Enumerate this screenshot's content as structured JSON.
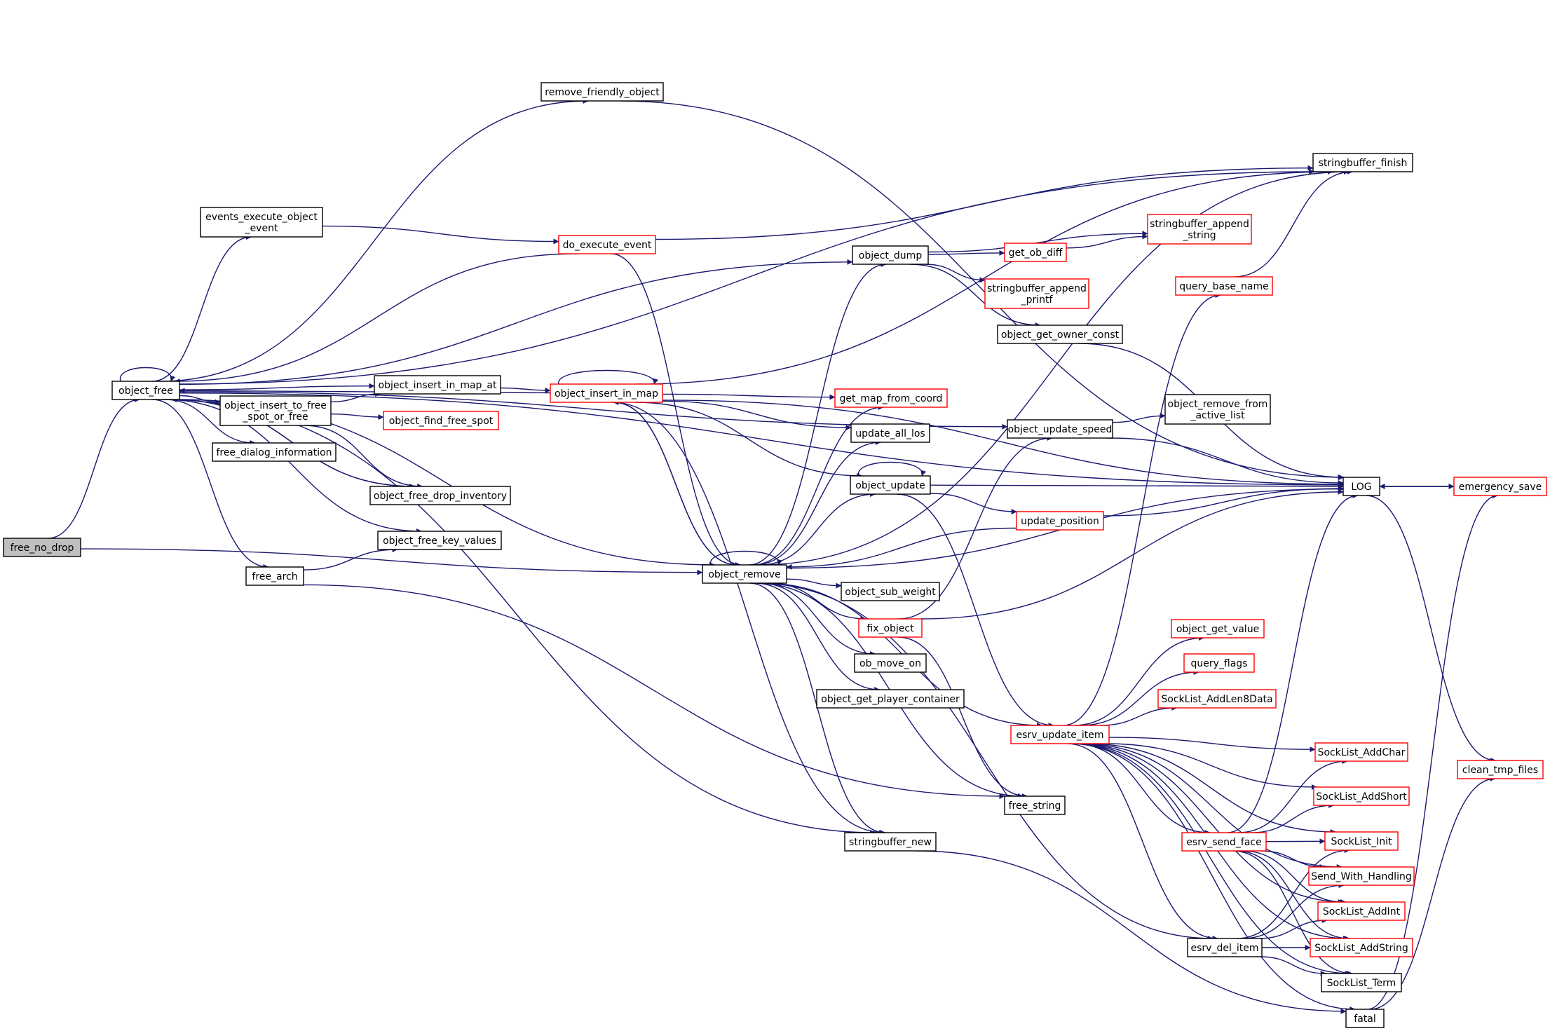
{
  "colors": {
    "edge": "#191970",
    "node_border_default": "#000000",
    "node_border_truncated": "#ff0000",
    "root_fill": "#bfbfbf",
    "node_fill": "#ffffff"
  },
  "nodes": [
    {
      "id": "free_no_drop",
      "lines": [
        "free_no_drop"
      ],
      "style": "root"
    },
    {
      "id": "object_free",
      "lines": [
        "object_free"
      ],
      "style": "default"
    },
    {
      "id": "events_execute_object_event",
      "lines": [
        "events_execute_object",
        "_event"
      ],
      "style": "default"
    },
    {
      "id": "object_insert_to_free_spot_or_free",
      "lines": [
        "object_insert_to_free",
        "_spot_or_free"
      ],
      "style": "default"
    },
    {
      "id": "free_dialog_information",
      "lines": [
        "free_dialog_information"
      ],
      "style": "default"
    },
    {
      "id": "free_arch",
      "lines": [
        "free_arch"
      ],
      "style": "default"
    },
    {
      "id": "remove_friendly_object",
      "lines": [
        "remove_friendly_object"
      ],
      "style": "default"
    },
    {
      "id": "do_execute_event",
      "lines": [
        "do_execute_event"
      ],
      "style": "truncated"
    },
    {
      "id": "object_insert_in_map_at",
      "lines": [
        "object_insert_in_map_at"
      ],
      "style": "default"
    },
    {
      "id": "object_insert_in_map",
      "lines": [
        "object_insert_in_map"
      ],
      "style": "truncated"
    },
    {
      "id": "object_find_free_spot",
      "lines": [
        "object_find_free_spot"
      ],
      "style": "truncated"
    },
    {
      "id": "object_free_drop_inventory",
      "lines": [
        "object_free_drop_inventory"
      ],
      "style": "default"
    },
    {
      "id": "object_free_key_values",
      "lines": [
        "object_free_key_values"
      ],
      "style": "default"
    },
    {
      "id": "object_remove",
      "lines": [
        "object_remove"
      ],
      "style": "default"
    },
    {
      "id": "object_dump",
      "lines": [
        "object_dump"
      ],
      "style": "default"
    },
    {
      "id": "get_map_from_coord",
      "lines": [
        "get_map_from_coord"
      ],
      "style": "truncated"
    },
    {
      "id": "update_all_los",
      "lines": [
        "update_all_los"
      ],
      "style": "default"
    },
    {
      "id": "object_update",
      "lines": [
        "object_update"
      ],
      "style": "default"
    },
    {
      "id": "object_sub_weight",
      "lines": [
        "object_sub_weight"
      ],
      "style": "default"
    },
    {
      "id": "fix_object",
      "lines": [
        "fix_object"
      ],
      "style": "truncated"
    },
    {
      "id": "ob_move_on",
      "lines": [
        "ob_move_on"
      ],
      "style": "default"
    },
    {
      "id": "object_get_player_container",
      "lines": [
        "object_get_player_container"
      ],
      "style": "default"
    },
    {
      "id": "stringbuffer_new",
      "lines": [
        "stringbuffer_new"
      ],
      "style": "default"
    },
    {
      "id": "free_string",
      "lines": [
        "free_string"
      ],
      "style": "default"
    },
    {
      "id": "get_ob_diff",
      "lines": [
        "get_ob_diff"
      ],
      "style": "truncated"
    },
    {
      "id": "stringbuffer_append_string",
      "lines": [
        "stringbuffer_append",
        "_string"
      ],
      "style": "truncated"
    },
    {
      "id": "stringbuffer_append_printf",
      "lines": [
        "stringbuffer_append",
        "_printf"
      ],
      "style": "truncated"
    },
    {
      "id": "object_get_owner_const",
      "lines": [
        "object_get_owner_const"
      ],
      "style": "default"
    },
    {
      "id": "object_update_speed",
      "lines": [
        "object_update_speed"
      ],
      "style": "default"
    },
    {
      "id": "object_remove_from_active_list",
      "lines": [
        "object_remove_from",
        "_active_list"
      ],
      "style": "default"
    },
    {
      "id": "update_position",
      "lines": [
        "update_position"
      ],
      "style": "truncated"
    },
    {
      "id": "esrv_update_item",
      "lines": [
        "esrv_update_item"
      ],
      "style": "truncated"
    },
    {
      "id": "stringbuffer_finish",
      "lines": [
        "stringbuffer_finish"
      ],
      "style": "default"
    },
    {
      "id": "query_base_name",
      "lines": [
        "query_base_name"
      ],
      "style": "truncated"
    },
    {
      "id": "object_get_value",
      "lines": [
        "object_get_value"
      ],
      "style": "truncated"
    },
    {
      "id": "query_flags",
      "lines": [
        "query_flags"
      ],
      "style": "truncated"
    },
    {
      "id": "SockList_AddLen8Data",
      "lines": [
        "SockList_AddLen8Data"
      ],
      "style": "truncated"
    },
    {
      "id": "esrv_send_face",
      "lines": [
        "esrv_send_face"
      ],
      "style": "truncated"
    },
    {
      "id": "esrv_del_item",
      "lines": [
        "esrv_del_item"
      ],
      "style": "default"
    },
    {
      "id": "LOG",
      "lines": [
        "LOG"
      ],
      "style": "default"
    },
    {
      "id": "SockList_AddChar",
      "lines": [
        "SockList_AddChar"
      ],
      "style": "truncated"
    },
    {
      "id": "SockList_AddShort",
      "lines": [
        "SockList_AddShort"
      ],
      "style": "truncated"
    },
    {
      "id": "SockList_Init",
      "lines": [
        "SockList_Init"
      ],
      "style": "truncated"
    },
    {
      "id": "Send_With_Handling",
      "lines": [
        "Send_With_Handling"
      ],
      "style": "truncated"
    },
    {
      "id": "SockList_AddInt",
      "lines": [
        "SockList_AddInt"
      ],
      "style": "truncated"
    },
    {
      "id": "SockList_AddString",
      "lines": [
        "SockList_AddString"
      ],
      "style": "truncated"
    },
    {
      "id": "SockList_Term",
      "lines": [
        "SockList_Term"
      ],
      "style": "default"
    },
    {
      "id": "fatal",
      "lines": [
        "fatal"
      ],
      "style": "default"
    },
    {
      "id": "emergency_save",
      "lines": [
        "emergency_save"
      ],
      "style": "truncated"
    },
    {
      "id": "clean_tmp_files",
      "lines": [
        "clean_tmp_files"
      ],
      "style": "truncated"
    }
  ],
  "edges": [
    {
      "from": "free_no_drop",
      "to": "object_free"
    },
    {
      "from": "free_no_drop",
      "to": "object_remove"
    },
    {
      "from": "object_free",
      "to": "object_free"
    },
    {
      "from": "object_free",
      "to": "events_execute_object_event"
    },
    {
      "from": "object_free",
      "to": "object_insert_to_free_spot_or_free"
    },
    {
      "from": "object_free",
      "to": "object_insert_in_map_at"
    },
    {
      "from": "object_free",
      "to": "free_dialog_information"
    },
    {
      "from": "object_free",
      "to": "object_free_drop_inventory"
    },
    {
      "from": "object_free",
      "to": "object_free_key_values"
    },
    {
      "from": "object_free",
      "to": "free_arch"
    },
    {
      "from": "object_free",
      "to": "object_remove"
    },
    {
      "from": "object_free",
      "to": "stringbuffer_new"
    },
    {
      "from": "object_free",
      "to": "remove_friendly_object"
    },
    {
      "from": "object_free",
      "to": "object_dump"
    },
    {
      "from": "object_free",
      "to": "object_update_speed"
    },
    {
      "from": "object_free",
      "to": "stringbuffer_finish"
    },
    {
      "from": "object_free",
      "to": "LOG"
    },
    {
      "from": "events_execute_object_event",
      "to": "do_execute_event"
    },
    {
      "from": "do_execute_event",
      "to": "object_free"
    },
    {
      "from": "do_execute_event",
      "to": "object_remove"
    },
    {
      "from": "do_execute_event",
      "to": "stringbuffer_finish"
    },
    {
      "from": "object_insert_to_free_spot_or_free",
      "to": "object_insert_in_map_at"
    },
    {
      "from": "object_insert_to_free_spot_or_free",
      "to": "object_find_free_spot"
    },
    {
      "from": "object_insert_to_free_spot_or_free",
      "to": "object_free_drop_inventory"
    },
    {
      "from": "object_free_drop_inventory",
      "to": "object_free"
    },
    {
      "from": "free_arch",
      "to": "object_free_key_values"
    },
    {
      "from": "free_arch",
      "to": "free_string"
    },
    {
      "from": "remove_friendly_object",
      "to": "LOG"
    },
    {
      "from": "object_insert_in_map_at",
      "to": "object_insert_in_map"
    },
    {
      "from": "object_insert_in_map",
      "to": "object_insert_in_map"
    },
    {
      "from": "object_insert_in_map",
      "to": "object_free"
    },
    {
      "from": "object_insert_in_map",
      "to": "get_map_from_coord"
    },
    {
      "from": "object_insert_in_map",
      "to": "update_all_los"
    },
    {
      "from": "object_insert_in_map",
      "to": "object_update"
    },
    {
      "from": "object_insert_in_map",
      "to": "object_remove"
    },
    {
      "from": "object_insert_in_map",
      "to": "stringbuffer_new"
    },
    {
      "from": "object_insert_in_map",
      "to": "stringbuffer_finish"
    },
    {
      "from": "object_insert_in_map",
      "to": "LOG"
    },
    {
      "from": "object_remove",
      "to": "object_remove"
    },
    {
      "from": "object_remove",
      "to": "object_dump"
    },
    {
      "from": "object_remove",
      "to": "object_insert_in_map"
    },
    {
      "from": "object_remove",
      "to": "get_map_from_coord"
    },
    {
      "from": "object_remove",
      "to": "update_all_los"
    },
    {
      "from": "object_remove",
      "to": "object_update"
    },
    {
      "from": "object_remove",
      "to": "object_sub_weight"
    },
    {
      "from": "object_remove",
      "to": "fix_object"
    },
    {
      "from": "object_remove",
      "to": "ob_move_on"
    },
    {
      "from": "object_remove",
      "to": "object_get_player_container"
    },
    {
      "from": "object_remove",
      "to": "esrv_update_item"
    },
    {
      "from": "object_remove",
      "to": "stringbuffer_new"
    },
    {
      "from": "object_remove",
      "to": "free_string"
    },
    {
      "from": "object_remove",
      "to": "esrv_del_item"
    },
    {
      "from": "object_remove",
      "to": "stringbuffer_finish"
    },
    {
      "from": "object_remove",
      "to": "LOG"
    },
    {
      "from": "object_dump",
      "to": "get_ob_diff"
    },
    {
      "from": "object_dump",
      "to": "stringbuffer_append_string"
    },
    {
      "from": "object_dump",
      "to": "stringbuffer_append_printf"
    },
    {
      "from": "object_dump",
      "to": "object_get_owner_const"
    },
    {
      "from": "get_ob_diff",
      "to": "stringbuffer_append_string"
    },
    {
      "from": "object_get_owner_const",
      "to": "LOG"
    },
    {
      "from": "object_update",
      "to": "object_update"
    },
    {
      "from": "object_update",
      "to": "LOG"
    },
    {
      "from": "object_update",
      "to": "update_position"
    },
    {
      "from": "object_update",
      "to": "esrv_update_item"
    },
    {
      "from": "update_position",
      "to": "object_remove"
    },
    {
      "from": "update_position",
      "to": "LOG"
    },
    {
      "from": "fix_object",
      "to": "object_update_speed"
    },
    {
      "from": "fix_object",
      "to": "LOG"
    },
    {
      "from": "fix_object",
      "to": "free_string"
    },
    {
      "from": "object_update_speed",
      "to": "object_remove_from_active_list"
    },
    {
      "from": "object_update_speed",
      "to": "LOG"
    },
    {
      "from": "stringbuffer_new",
      "to": "fatal"
    },
    {
      "from": "esrv_update_item",
      "to": "query_base_name"
    },
    {
      "from": "esrv_update_item",
      "to": "object_get_value"
    },
    {
      "from": "esrv_update_item",
      "to": "query_flags"
    },
    {
      "from": "esrv_update_item",
      "to": "SockList_AddLen8Data"
    },
    {
      "from": "esrv_update_item",
      "to": "SockList_AddChar"
    },
    {
      "from": "esrv_update_item",
      "to": "SockList_AddShort"
    },
    {
      "from": "esrv_update_item",
      "to": "SockList_Init"
    },
    {
      "from": "esrv_update_item",
      "to": "esrv_send_face"
    },
    {
      "from": "esrv_update_item",
      "to": "Send_With_Handling"
    },
    {
      "from": "esrv_update_item",
      "to": "SockList_AddInt"
    },
    {
      "from": "esrv_update_item",
      "to": "SockList_AddString"
    },
    {
      "from": "esrv_update_item",
      "to": "SockList_Term"
    },
    {
      "from": "esrv_update_item",
      "to": "esrv_del_item"
    },
    {
      "from": "esrv_update_item",
      "to": "fatal"
    },
    {
      "from": "query_base_name",
      "to": "stringbuffer_finish"
    },
    {
      "from": "esrv_send_face",
      "to": "LOG"
    },
    {
      "from": "esrv_send_face",
      "to": "SockList_AddChar"
    },
    {
      "from": "esrv_send_face",
      "to": "SockList_AddShort"
    },
    {
      "from": "esrv_send_face",
      "to": "SockList_Init"
    },
    {
      "from": "esrv_send_face",
      "to": "Send_With_Handling"
    },
    {
      "from": "esrv_send_face",
      "to": "SockList_AddInt"
    },
    {
      "from": "esrv_send_face",
      "to": "SockList_AddString"
    },
    {
      "from": "esrv_send_face",
      "to": "SockList_Term"
    },
    {
      "from": "esrv_del_item",
      "to": "SockList_Init"
    },
    {
      "from": "esrv_del_item",
      "to": "Send_With_Handling"
    },
    {
      "from": "esrv_del_item",
      "to": "SockList_AddInt"
    },
    {
      "from": "esrv_del_item",
      "to": "SockList_AddString"
    },
    {
      "from": "esrv_del_item",
      "to": "SockList_Term"
    },
    {
      "from": "LOG",
      "to": "emergency_save"
    },
    {
      "from": "LOG",
      "to": "clean_tmp_files"
    },
    {
      "from": "emergency_save",
      "to": "LOG"
    },
    {
      "from": "fatal",
      "to": "emergency_save"
    },
    {
      "from": "fatal",
      "to": "clean_tmp_files"
    }
  ]
}
